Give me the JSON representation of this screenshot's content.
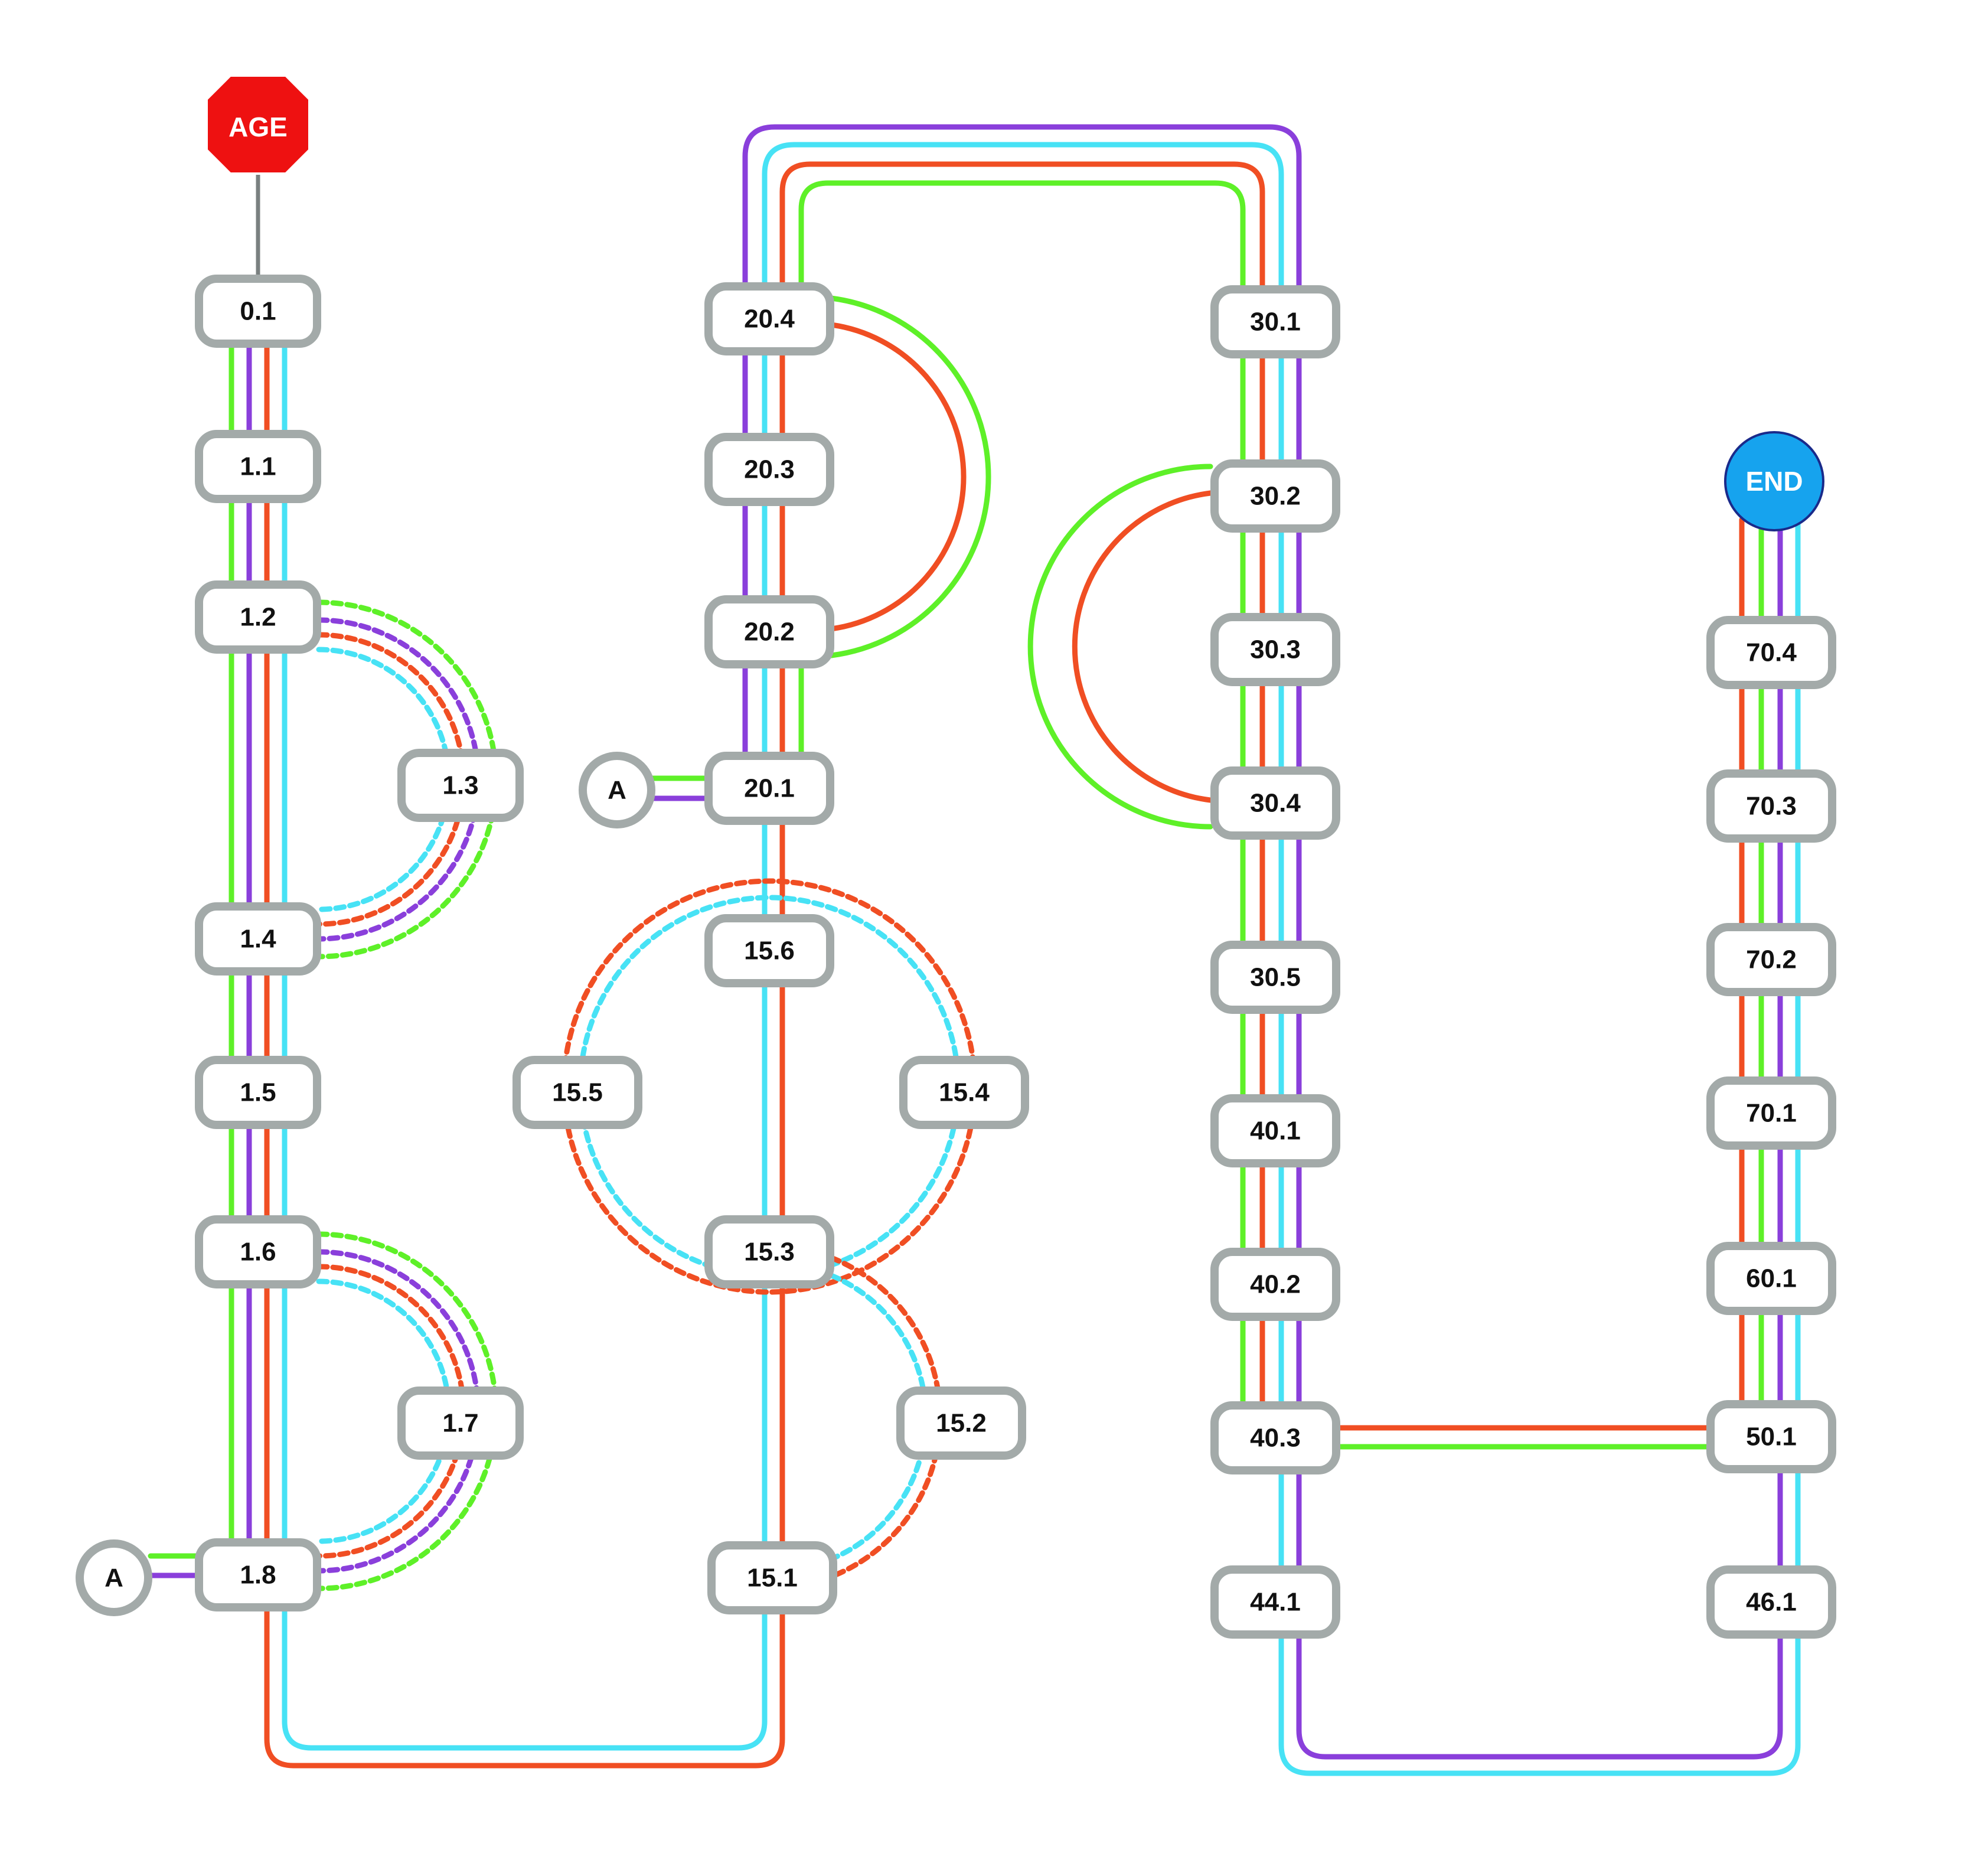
{
  "colors": {
    "green": "#5ef028",
    "purple": "#8a3fdb",
    "orange": "#f04e23",
    "cyan": "#47e2f5",
    "node_border": "#a3aaa9",
    "start_fill": "#ee1111",
    "end_fill": "#16a3ee",
    "end_border": "#1a2a8a",
    "stem": "#7a8080"
  },
  "start": {
    "label": "AGE"
  },
  "end": {
    "label": "END"
  },
  "connectors": [
    "A",
    "A"
  ],
  "nodes": {
    "n0_1": "0.1",
    "n1_1": "1.1",
    "n1_2": "1.2",
    "n1_3": "1.3",
    "n1_4": "1.4",
    "n1_5": "1.5",
    "n1_6": "1.6",
    "n1_7": "1.7",
    "n1_8": "1.8",
    "n15_1": "15.1",
    "n15_2": "15.2",
    "n15_3": "15.3",
    "n15_4": "15.4",
    "n15_5": "15.5",
    "n15_6": "15.6",
    "n20_1": "20.1",
    "n20_2": "20.2",
    "n20_3": "20.3",
    "n20_4": "20.4",
    "n30_1": "30.1",
    "n30_2": "30.2",
    "n30_3": "30.3",
    "n30_4": "30.4",
    "n30_5": "30.5",
    "n40_1": "40.1",
    "n40_2": "40.2",
    "n40_3": "40.3",
    "n44_1": "44.1",
    "n50_1": "50.1",
    "n46_1": "46.1",
    "n60_1": "60.1",
    "n70_1": "70.1",
    "n70_2": "70.2",
    "n70_3": "70.3",
    "n70_4": "70.4"
  }
}
